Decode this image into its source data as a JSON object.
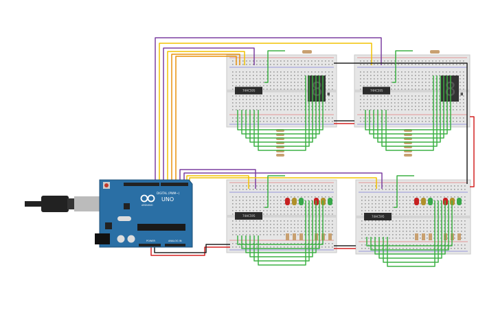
{
  "arduino": {
    "model": "UNO",
    "brand": "ARDUINO",
    "digital_label": "DIGITAL (PWM~)",
    "power_label": "POWER",
    "analog_label": "ANALOG IN",
    "board_color": "#2a6fa5"
  },
  "breadboards": [
    {
      "chip_label": "74HC595",
      "display": "8."
    },
    {
      "chip_label": "74HC595",
      "display": "8."
    },
    {
      "chip_label": "74HC595",
      "leds": [
        "red",
        "yellow",
        "green",
        "red",
        "yellow",
        "green"
      ]
    },
    {
      "chip_label": "74HC595",
      "leds": [
        "red",
        "yellow",
        "green",
        "red",
        "yellow",
        "green"
      ]
    }
  ],
  "colors": {
    "wire_green": "#3cb043",
    "wire_purple": "#7b3fa0",
    "wire_yellow": "#f2c200",
    "wire_orange": "#e8900c",
    "wire_red": "#d42020",
    "wire_black": "#222222",
    "led_red": "#c62020",
    "led_yellow": "#b0902a",
    "led_green": "#39a84a"
  }
}
